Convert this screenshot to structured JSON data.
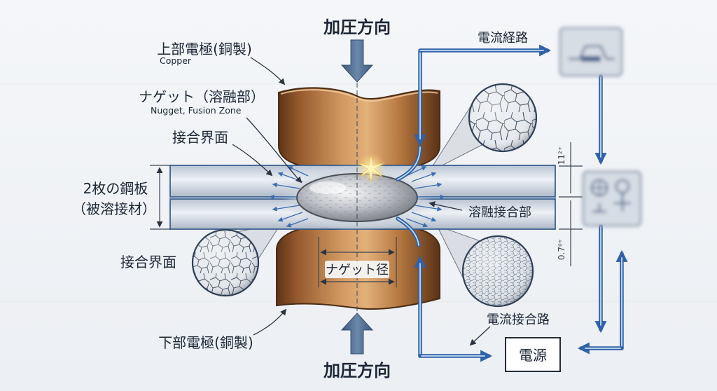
{
  "labels": {
    "press_top": "加圧方向",
    "upper_electrode": "上部電極(銅製)",
    "upper_electrode_en": "Copper",
    "nugget": "ナゲット（溶融部）",
    "nugget_en": "Nugget, Fusion Zone",
    "interface_top": "接合界面",
    "plates_line1": "2枚の鋼板",
    "plates_line2": "（被溶接材）",
    "interface_bottom": "接合界面",
    "lower_electrode": "下部電極(銅製)",
    "press_bottom": "加圧方向",
    "nugget_diameter": "ナゲット径",
    "current_path": "電流経路",
    "fusion_joint": "溶融接合部",
    "current_return": "電流接合路",
    "power_supply": "電源",
    "dim_top": "11²⁺",
    "dim_bottom": "0.7⁰⁺"
  },
  "colors": {
    "current": "#2f62a8",
    "current_inner": "#c6dbf2",
    "press_arrow": "#4d6a8c",
    "text": "#1c2636",
    "copper": "#b87a45",
    "steel_plate": "#d5dce5",
    "nugget": "#b9bcc2"
  }
}
